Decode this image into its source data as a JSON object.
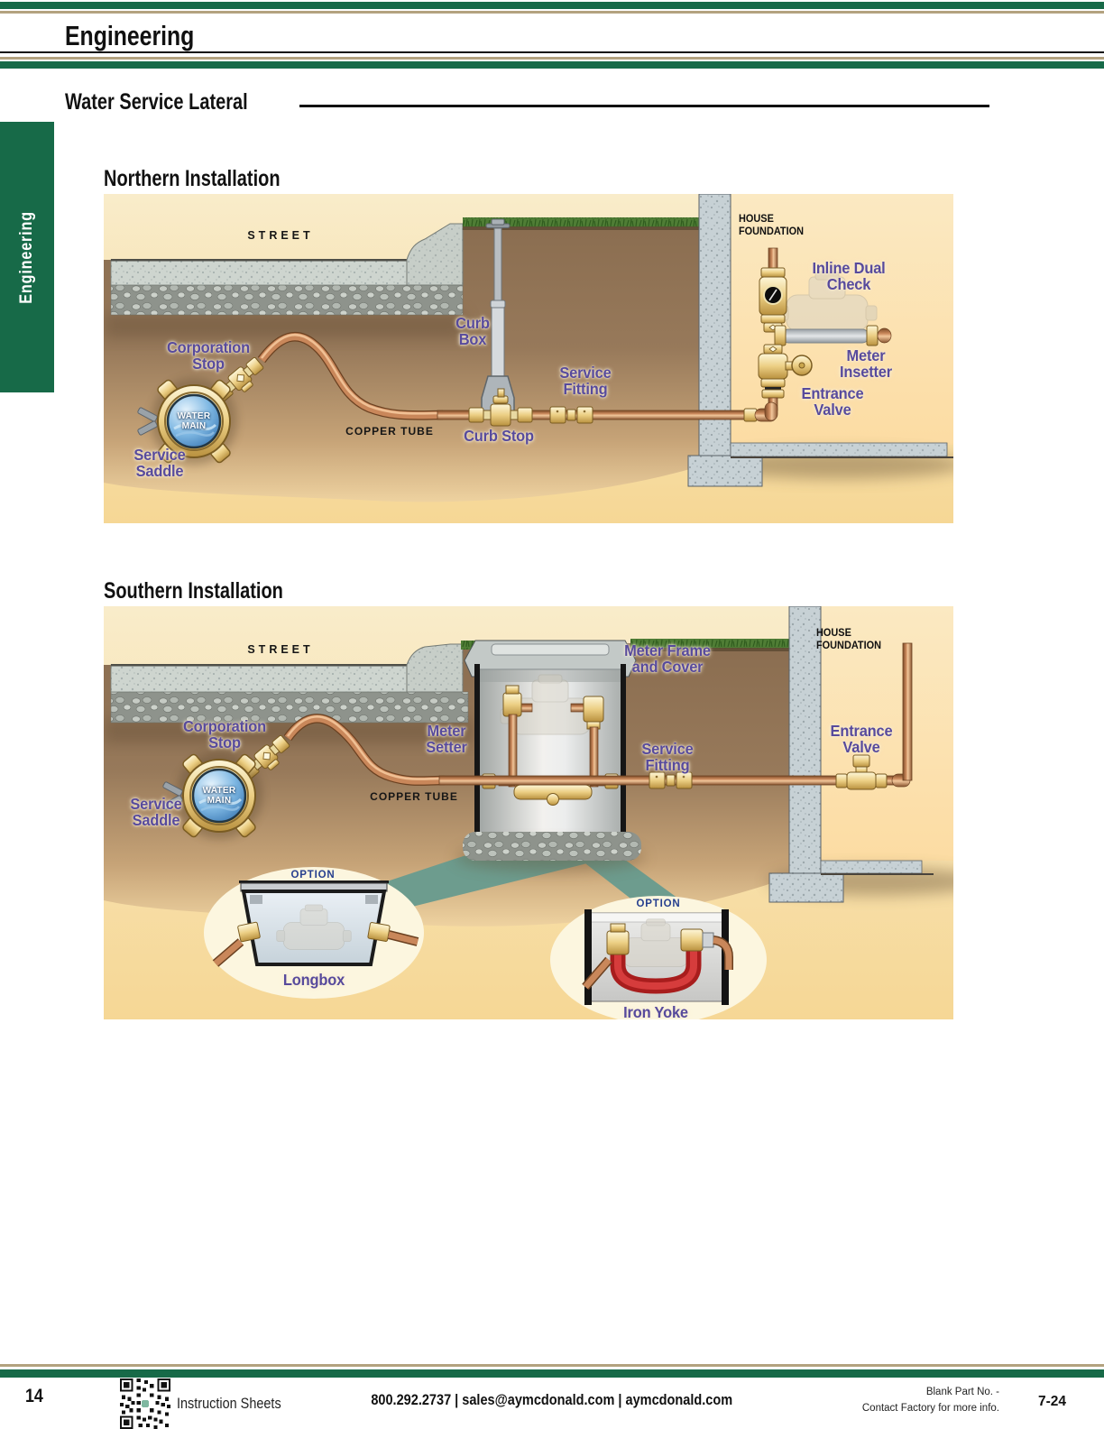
{
  "header": {
    "title": "Engineering",
    "section_title": "Water Service Lateral",
    "sidebar_tab": "Engineering"
  },
  "northern": {
    "title": "Northern Installation",
    "labels": {
      "street": "STREET",
      "corporation_stop": "Corporation\nStop",
      "curb_box": "Curb\nBox",
      "curb_stop": "Curb Stop",
      "service_fitting": "Service\nFitting",
      "copper_tube": "COPPER TUBE",
      "service_saddle": "Service\nSaddle",
      "water_main": "WATER\nMAIN",
      "house_foundation": "HOUSE\nFOUNDATION",
      "inline_dual_check": "Inline Dual\nCheck",
      "meter_insetter": "Meter\nInsetter",
      "entrance_valve": "Entrance\nValve"
    }
  },
  "southern": {
    "title": "Southern Installation",
    "labels": {
      "street": "STREET",
      "corporation_stop": "Corporation\nStop",
      "meter_setter": "Meter\nSetter",
      "meter_frame_cover": "Meter Frame\nand Cover",
      "service_fitting": "Service\nFitting",
      "entrance_valve": "Entrance\nValve",
      "copper_tube": "COPPER TUBE",
      "service_saddle": "Service\nSaddle",
      "water_main": "WATER\nMAIN",
      "house_foundation": "HOUSE\nFOUNDATION",
      "longbox_option": "OPTION",
      "longbox": "Longbox",
      "iron_yoke_option": "OPTION",
      "iron_yoke": "Iron Yoke"
    }
  },
  "footer": {
    "page_number": "14",
    "qr_label": "Instruction Sheets",
    "contact": "800.292.2737  |  sales@aymcdonald.com  |  aymcdonald.com",
    "note_line1": "Blank Part No. -",
    "note_line2": "Contact Factory for more info.",
    "code": "7-24"
  },
  "colors": {
    "brand_green": "#176a48",
    "rule_tan": "#b3a27f",
    "label_purple": "#574a9c",
    "option_navy": "#27408f",
    "copper": "#c9875a",
    "brass": "#eccf84",
    "callout_teal": "#6d9c8e"
  }
}
